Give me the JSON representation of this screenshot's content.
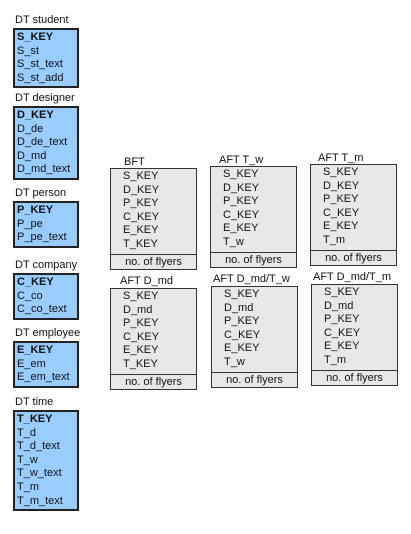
{
  "dimensions": [
    {
      "title": "DT student",
      "key": "S_KEY",
      "attrs": [
        "S_st",
        "S_st_text",
        "S_st_add"
      ]
    },
    {
      "title": "DT designer",
      "key": "D_KEY",
      "attrs": [
        "D_de",
        "D_de_text",
        "D_md",
        "D_md_text"
      ]
    },
    {
      "title": "DT person",
      "key": "P_KEY",
      "attrs": [
        "P_pe",
        "P_pe_text"
      ]
    },
    {
      "title": "DT company",
      "key": "C_KEY",
      "attrs": [
        "C_co",
        "C_co_text"
      ]
    },
    {
      "title": "DT employee",
      "key": "E_KEY",
      "attrs": [
        "E_em",
        "E_em_text"
      ]
    },
    {
      "title": "DT time",
      "key": "T_KEY",
      "attrs": [
        "T_d",
        "T_d_text",
        "T_w",
        "T_w_text",
        "T_m",
        "T_m_text"
      ]
    }
  ],
  "facts": [
    {
      "title": "BFT",
      "keys": [
        "S_KEY",
        "D_KEY",
        "P_KEY",
        "C_KEY",
        "E_KEY",
        "T_KEY"
      ],
      "footer": "no. of flyers"
    },
    {
      "title": "AFT T_w",
      "keys": [
        "S_KEY",
        "D_KEY",
        "P_KEY",
        "C_KEY",
        "E_KEY",
        "T_w"
      ],
      "footer": "no. of flyers"
    },
    {
      "title": "AFT T_m",
      "keys": [
        "S_KEY",
        "D_KEY",
        "P_KEY",
        "C_KEY",
        "E_KEY",
        "T_m"
      ],
      "footer": "no. of flyers"
    },
    {
      "title": "AFT D_md",
      "keys": [
        "S_KEY",
        "D_md",
        "P_KEY",
        "C_KEY",
        "E_KEY",
        "T_KEY"
      ],
      "footer": "no. of flyers"
    },
    {
      "title": "AFT D_md/T_w",
      "keys": [
        "S_KEY",
        "D_md",
        "P_KEY",
        "C_KEY",
        "E_KEY",
        "T_w"
      ],
      "footer": "no. of flyers"
    },
    {
      "title": "AFT D_md/T_m",
      "keys": [
        "S_KEY",
        "D_md",
        "P_KEY",
        "C_KEY",
        "E_KEY",
        "T_m"
      ],
      "footer": "no. of flyers"
    }
  ],
  "colors": {
    "dimension_fill": "#99ccff",
    "fact_fill": "#e8e8e8"
  }
}
